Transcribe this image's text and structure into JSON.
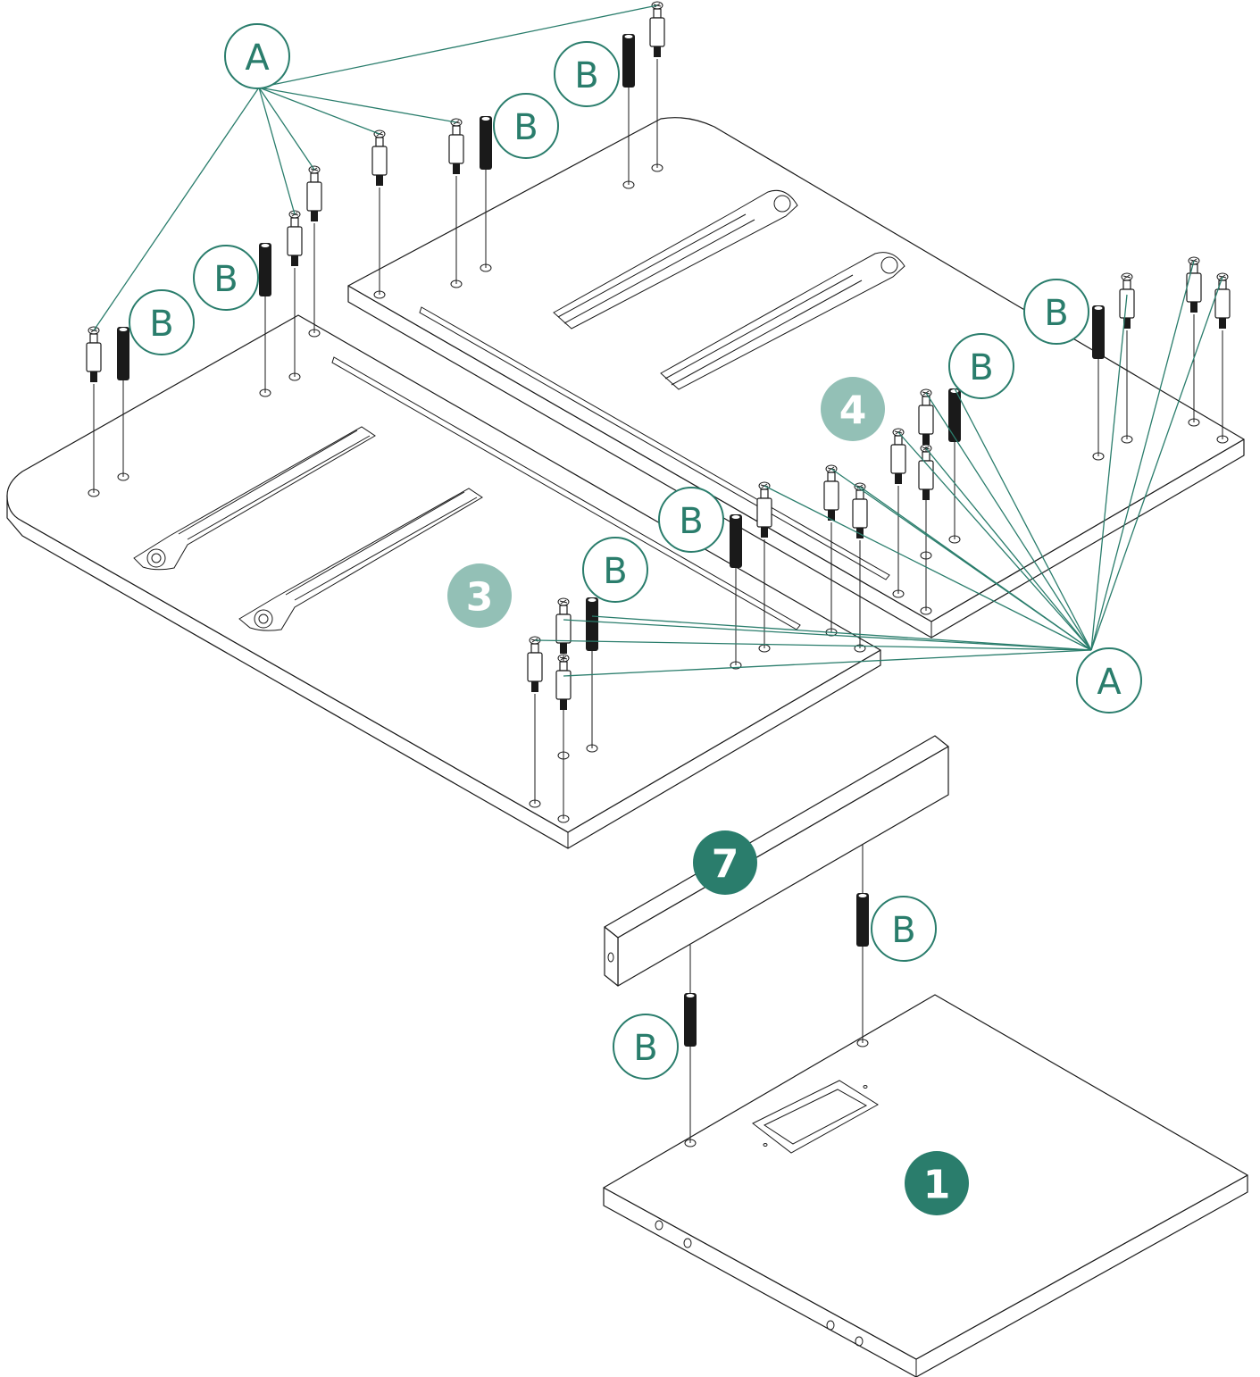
{
  "labels": {
    "fastener_a": "A",
    "fastener_b": "B"
  },
  "steps": {
    "panel_top": "1",
    "panel_left": "3",
    "panel_right": "4",
    "rail": "7"
  },
  "colors": {
    "accent": "#2a7d6c",
    "step_faded": "#93c0b6",
    "step_solid": "#2a7d6c",
    "line": "#1a1a1a"
  }
}
